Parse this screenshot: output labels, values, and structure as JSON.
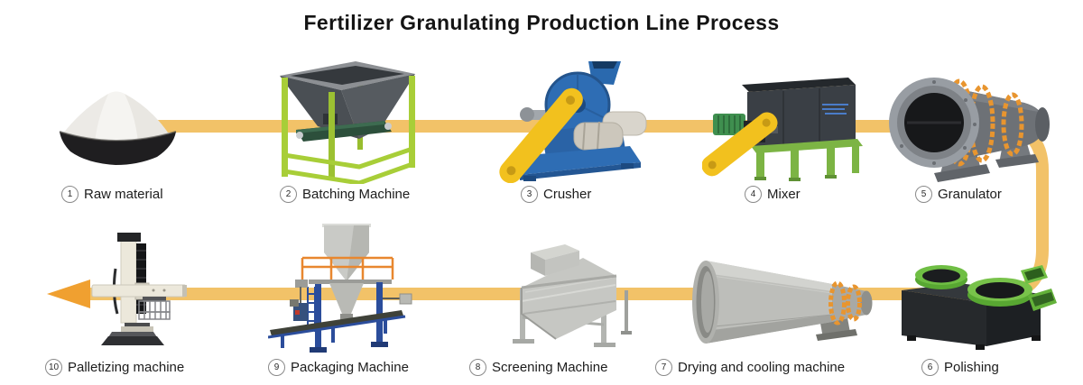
{
  "title": "Fertilizer Granulating Production Line Process",
  "steps": [
    {
      "number": "1",
      "label": "Raw material"
    },
    {
      "number": "2",
      "label": "Batching Machine"
    },
    {
      "number": "3",
      "label": "Crusher"
    },
    {
      "number": "4",
      "label": "Mixer"
    },
    {
      "number": "5",
      "label": "Granulator"
    },
    {
      "number": "6",
      "label": "Polishing"
    },
    {
      "number": "7",
      "label": "Drying and cooling machine"
    },
    {
      "number": "8",
      "label": "Screening Machine"
    },
    {
      "number": "9",
      "label": "Packaging Machine"
    },
    {
      "number": "10",
      "label": "Palletizing machine"
    }
  ],
  "flow": {
    "shape": "flows right along top row, curves down at right edge, flows left along bottom row ending in a left-pointing arrowhead"
  },
  "colors": {
    "background": "#FFFFFF",
    "title_text": "#141414",
    "band": "#F2C268",
    "arrow": "#F0A030",
    "lime_green": "#A8CE38",
    "machine_green": "#6FBE44",
    "crusher_blue": "#2E6DB4",
    "safety_yellow": "#F2C11E",
    "steel_gray": "#C0C1BD",
    "charcoal": "#3A3F45",
    "ring_orange": "#E8952F",
    "packaging_blue": "#2B4D9B",
    "railing_orange": "#E8872F"
  }
}
